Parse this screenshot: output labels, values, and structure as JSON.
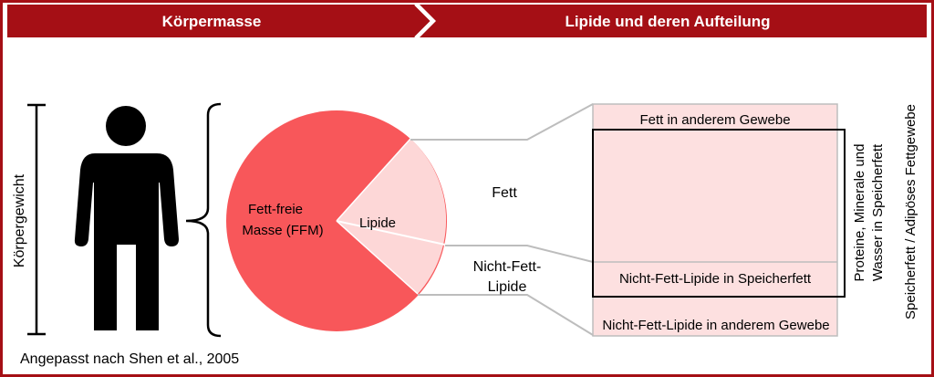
{
  "header": {
    "left_title": "Körpermasse",
    "right_title": "Lipide und deren Aufteilung",
    "bar_color": "#a50f15"
  },
  "left": {
    "axis_label": "Körpergewicht",
    "icon": "person-icon",
    "caption": "Angepasst nach Shen et al., 2005"
  },
  "pie": {
    "ffm_line1": "Fett-freie",
    "ffm_line2": "Masse (FFM)",
    "lipide_label": "Lipide",
    "ffm_color": "#f8575a",
    "lipide_color": "#fdd7d7"
  },
  "middle": {
    "fett_label": "Fett",
    "nonfat_line1": "Nicht-Fett-",
    "nonfat_line2": "Lipide"
  },
  "right": {
    "fett_other": "Fett in anderem Gewebe",
    "nonfat_storage": "Nicht-Fett-Lipide in Speicherfett",
    "nonfat_other": "Nicht-Fett-Lipide in anderem Gewebe",
    "vertical_inner_line1": "Proteine, Minerale und",
    "vertical_inner_line2": "Wasser in Speicherfett",
    "vertical_outer": "Speicherfett / Adipöses Fettgewebe",
    "box_fill": "#fde0e0"
  }
}
